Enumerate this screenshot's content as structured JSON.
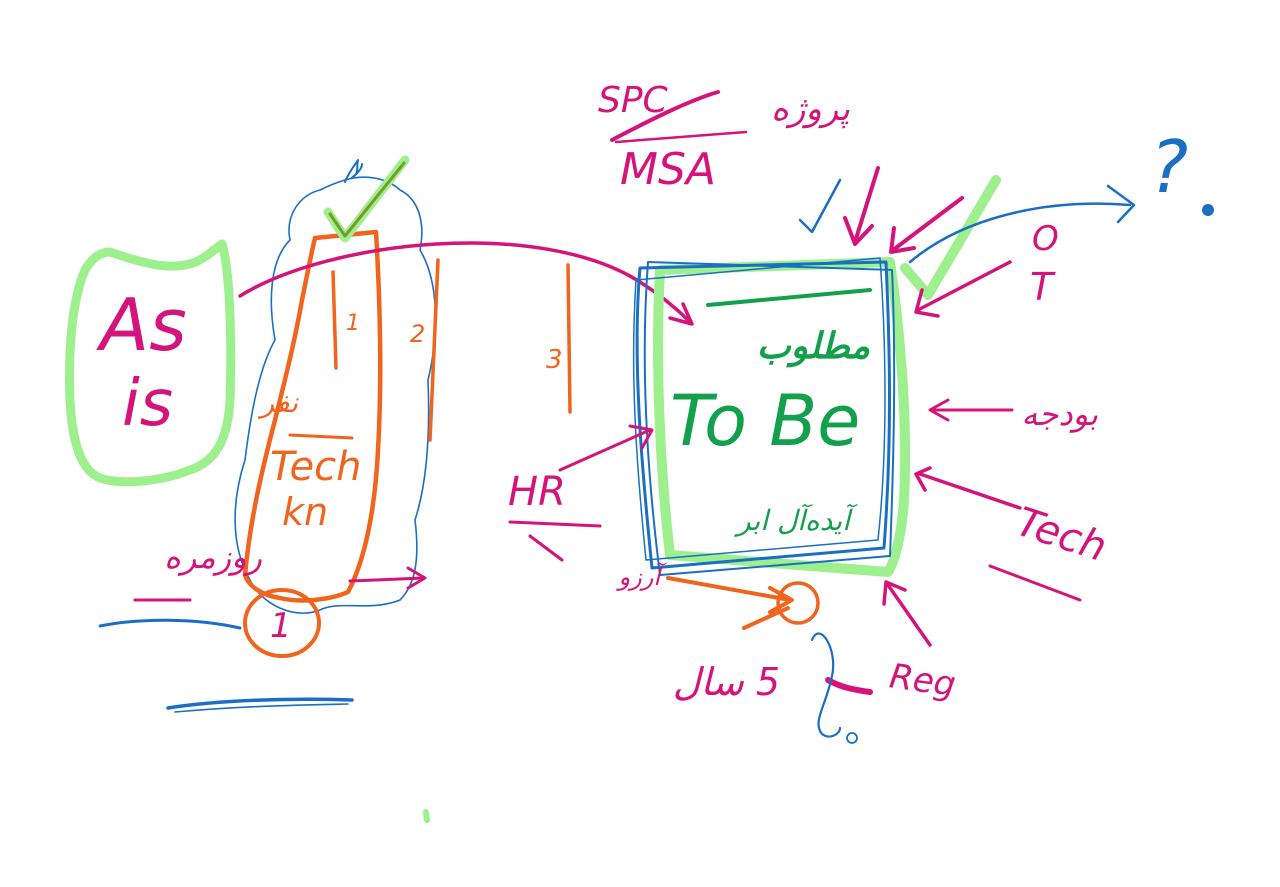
{
  "colors": {
    "magenta": "#d4147a",
    "orange": "#f0641e",
    "blue": "#1a6fc4",
    "green": "#13a04c",
    "light_green": "#9ef08f",
    "olive": "#7a9a2a"
  },
  "as_is": {
    "line1": "As",
    "line2": "is"
  },
  "pillar": {
    "farsi_label": "نفر",
    "tech_label": "Tech",
    "kn_label": "kn",
    "circle_number": "1",
    "column_numbers": [
      "1",
      "2",
      "3"
    ]
  },
  "to_be": {
    "title": "To Be",
    "farsi_top": "مطلوب",
    "farsi_bottom": "آیده‌آل ابر"
  },
  "top_labels": {
    "spc": "SPC",
    "msa": "MSA",
    "farsi": "پروژه"
  },
  "right_labels": {
    "ot_top": "O",
    "ot_bottom": "T",
    "budget": "بودجه",
    "tech": "Tech",
    "reg": "Reg"
  },
  "left_labels": {
    "hr": "HR",
    "roozmarreh": "روزمره",
    "arzoo": "آرزو",
    "five_years": "5 سال"
  },
  "question_mark": "?"
}
